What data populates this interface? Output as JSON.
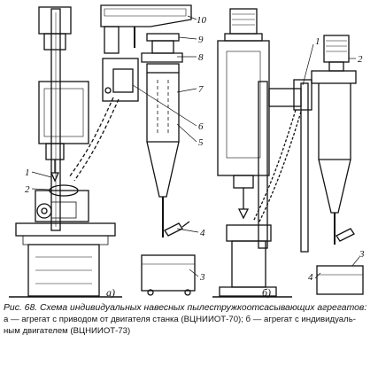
{
  "figure": {
    "callouts_a": [
      "1",
      "2",
      "3",
      "4",
      "5",
      "6",
      "7",
      "8",
      "9",
      "10"
    ],
    "callouts_b": [
      "1",
      "2",
      "3",
      "4"
    ],
    "subfig_a": "а)",
    "subfig_b": "б)"
  },
  "caption": {
    "title": "Рис. 68. Схема индивидуальных навесных пылестружкоотсасывающих агрегатов:",
    "line2": "а — агрегат с приводом от двигателя станка (ВЦНИИОТ-70); б — агрегат с индивидуаль-",
    "line3": "ным двигателем (ВЦНИИОТ-73)"
  }
}
